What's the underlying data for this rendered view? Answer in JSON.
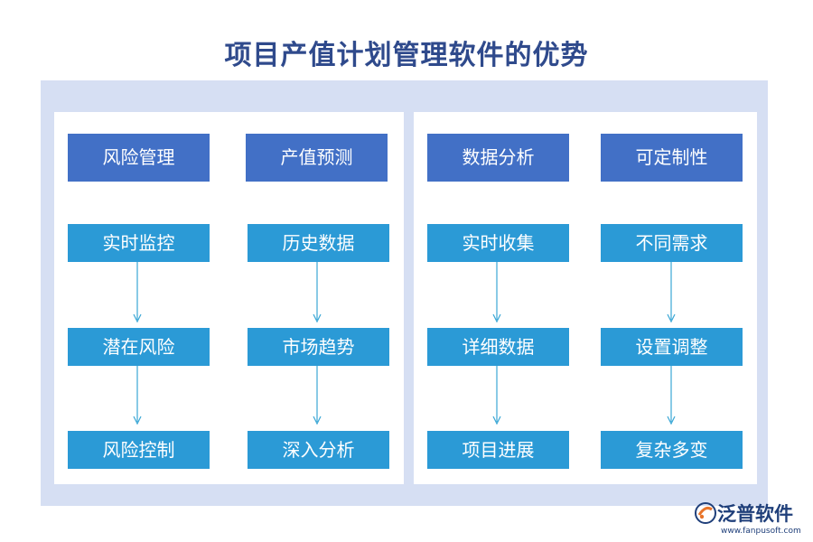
{
  "title": "项目产值计划管理软件的优势",
  "columns": [
    {
      "header": "风险管理",
      "items": [
        "实时监控",
        "潜在风险",
        "风险控制"
      ]
    },
    {
      "header": "产值预测",
      "items": [
        "历史数据",
        "市场趋势",
        "深入分析"
      ]
    },
    {
      "header": "数据分析",
      "items": [
        "实时收集",
        "详细数据",
        "项目进展"
      ]
    },
    {
      "header": "可定制性",
      "items": [
        "不同需求",
        "设置调整",
        "复杂多变"
      ]
    }
  ],
  "logo": {
    "name": "泛普软件",
    "url": "www.fanpusoft.com"
  },
  "colors": {
    "title": "#2f4a8c",
    "frame": "#d6dff3",
    "header_box": "#4270c6",
    "item_box": "#2b9ad6",
    "arrow": "#3aa7d6"
  }
}
